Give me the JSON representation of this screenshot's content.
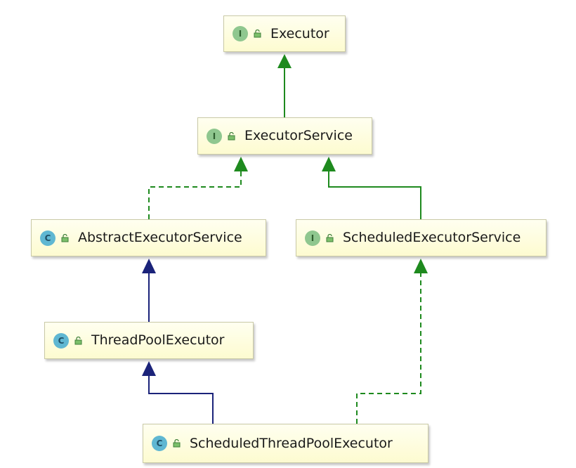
{
  "diagram": {
    "nodes": [
      {
        "id": "executor",
        "kind": "interface",
        "kind_letter": "I",
        "label": "Executor"
      },
      {
        "id": "executor-service",
        "kind": "interface",
        "kind_letter": "I",
        "label": "ExecutorService"
      },
      {
        "id": "abstract-executor-service",
        "kind": "class",
        "kind_letter": "C",
        "label": "AbstractExecutorService"
      },
      {
        "id": "scheduled-executor-service",
        "kind": "interface",
        "kind_letter": "I",
        "label": "ScheduledExecutorService"
      },
      {
        "id": "thread-pool-executor",
        "kind": "class",
        "kind_letter": "C",
        "label": "ThreadPoolExecutor"
      },
      {
        "id": "scheduled-thread-pool-executor",
        "kind": "class",
        "kind_letter": "C",
        "label": "ScheduledThreadPoolExecutor"
      }
    ],
    "edges": [
      {
        "from": "executor-service",
        "to": "executor",
        "relation": "extends",
        "style": "solid",
        "color": "#1e8a1e"
      },
      {
        "from": "abstract-executor-service",
        "to": "executor-service",
        "relation": "implements",
        "style": "dashed",
        "color": "#1e8a1e"
      },
      {
        "from": "scheduled-executor-service",
        "to": "executor-service",
        "relation": "extends",
        "style": "solid",
        "color": "#1e8a1e"
      },
      {
        "from": "thread-pool-executor",
        "to": "abstract-executor-service",
        "relation": "extends",
        "style": "solid",
        "color": "#1b237a"
      },
      {
        "from": "scheduled-thread-pool-executor",
        "to": "thread-pool-executor",
        "relation": "extends",
        "style": "solid",
        "color": "#1b237a"
      },
      {
        "from": "scheduled-thread-pool-executor",
        "to": "scheduled-executor-service",
        "relation": "implements",
        "style": "dashed",
        "color": "#1e8a1e"
      }
    ],
    "icons": {
      "interface": "interface-icon",
      "class": "class-icon",
      "access": "public-access-icon"
    },
    "colors": {
      "node_fill": "#fdfbd0",
      "node_border": "#c9c9a6",
      "interface_icon": "#8fc78f",
      "class_icon": "#5fb7d2"
    }
  }
}
